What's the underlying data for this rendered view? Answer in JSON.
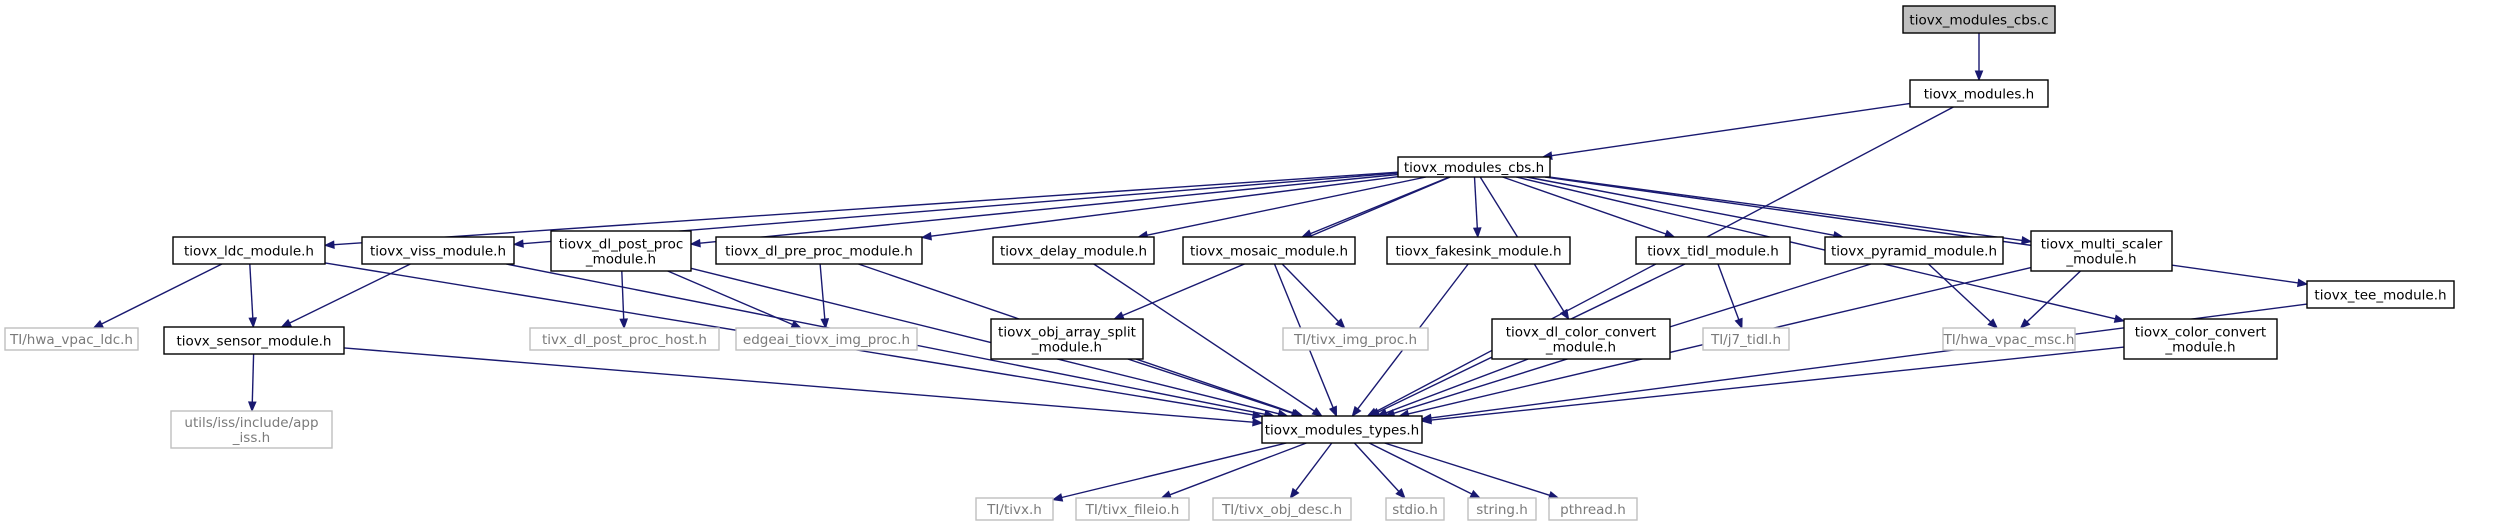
{
  "graph": {
    "edge_color": "#191970",
    "node_border_color": "#000000",
    "external_border_color": "#bfbfbf",
    "root_fill_color": "#bfbfbf",
    "nodes": [
      {
        "id": "n_root",
        "lines": [
          "tiovx_modules_cbs.c"
        ],
        "kind": "root"
      },
      {
        "id": "n_mod",
        "lines": [
          "tiovx_modules.h"
        ],
        "kind": "internal"
      },
      {
        "id": "n_cbs",
        "lines": [
          "tiovx_modules_cbs.h"
        ],
        "kind": "internal"
      },
      {
        "id": "n_ldc",
        "lines": [
          "tiovx_ldc_module.h"
        ],
        "kind": "internal"
      },
      {
        "id": "n_viss",
        "lines": [
          "tiovx_viss_module.h"
        ],
        "kind": "internal"
      },
      {
        "id": "n_dlpost",
        "lines": [
          "tiovx_dl_post_proc",
          "_module.h"
        ],
        "kind": "internal"
      },
      {
        "id": "n_dlpre",
        "lines": [
          "tiovx_dl_pre_proc_module.h"
        ],
        "kind": "internal"
      },
      {
        "id": "n_objsplit",
        "lines": [
          "tiovx_obj_array_split",
          "_module.h"
        ],
        "kind": "internal"
      },
      {
        "id": "n_delay",
        "lines": [
          "tiovx_delay_module.h"
        ],
        "kind": "internal"
      },
      {
        "id": "n_mosaic",
        "lines": [
          "tiovx_mosaic_module.h"
        ],
        "kind": "internal"
      },
      {
        "id": "n_fakesink",
        "lines": [
          "tiovx_fakesink_module.h"
        ],
        "kind": "internal"
      },
      {
        "id": "n_dlcolor",
        "lines": [
          "tiovx_dl_color_convert",
          "_module.h"
        ],
        "kind": "internal"
      },
      {
        "id": "n_tidl",
        "lines": [
          "tiovx_tidl_module.h"
        ],
        "kind": "internal"
      },
      {
        "id": "n_pyr",
        "lines": [
          "tiovx_pyramid_module.h"
        ],
        "kind": "internal"
      },
      {
        "id": "n_msc",
        "lines": [
          "tiovx_multi_scaler",
          "_module.h"
        ],
        "kind": "internal"
      },
      {
        "id": "n_colorconv",
        "lines": [
          "tiovx_color_convert",
          "_module.h"
        ],
        "kind": "internal"
      },
      {
        "id": "n_tee",
        "lines": [
          "tiovx_tee_module.h"
        ],
        "kind": "internal"
      },
      {
        "id": "n_sensor",
        "lines": [
          "tiovx_sensor_module.h"
        ],
        "kind": "internal"
      },
      {
        "id": "n_types",
        "lines": [
          "tiovx_modules_types.h"
        ],
        "kind": "internal"
      },
      {
        "id": "n_hwaldc",
        "lines": [
          "TI/hwa_vpac_ldc.h"
        ],
        "kind": "external"
      },
      {
        "id": "n_dlposthost",
        "lines": [
          "tivx_dl_post_proc_host.h"
        ],
        "kind": "external"
      },
      {
        "id": "n_edgeai",
        "lines": [
          "edgeai_tiovx_img_proc.h"
        ],
        "kind": "external"
      },
      {
        "id": "n_tivximg",
        "lines": [
          "TI/tivx_img_proc.h"
        ],
        "kind": "external"
      },
      {
        "id": "n_j7tidl",
        "lines": [
          "TI/j7_tidl.h"
        ],
        "kind": "external"
      },
      {
        "id": "n_hwamsc",
        "lines": [
          "TI/hwa_vpac_msc.h"
        ],
        "kind": "external"
      },
      {
        "id": "n_appiss",
        "lines": [
          "utils/iss/include/app",
          "_iss.h"
        ],
        "kind": "external"
      },
      {
        "id": "n_tivx",
        "lines": [
          "TI/tivx.h"
        ],
        "kind": "external"
      },
      {
        "id": "n_fileio",
        "lines": [
          "TI/tivx_fileio.h"
        ],
        "kind": "external"
      },
      {
        "id": "n_objdesc",
        "lines": [
          "TI/tivx_obj_desc.h"
        ],
        "kind": "external"
      },
      {
        "id": "n_stdio",
        "lines": [
          "stdio.h"
        ],
        "kind": "external"
      },
      {
        "id": "n_string",
        "lines": [
          "string.h"
        ],
        "kind": "external"
      },
      {
        "id": "n_pthread",
        "lines": [
          "pthread.h"
        ],
        "kind": "external"
      }
    ],
    "edges": [
      [
        "n_root",
        "n_mod"
      ],
      [
        "n_mod",
        "n_cbs"
      ],
      [
        "n_mod",
        "n_types"
      ],
      [
        "n_cbs",
        "n_ldc"
      ],
      [
        "n_cbs",
        "n_viss"
      ],
      [
        "n_cbs",
        "n_dlpost"
      ],
      [
        "n_cbs",
        "n_dlpre"
      ],
      [
        "n_cbs",
        "n_objsplit"
      ],
      [
        "n_cbs",
        "n_delay"
      ],
      [
        "n_cbs",
        "n_mosaic"
      ],
      [
        "n_cbs",
        "n_fakesink"
      ],
      [
        "n_cbs",
        "n_dlcolor"
      ],
      [
        "n_cbs",
        "n_tidl"
      ],
      [
        "n_cbs",
        "n_pyr"
      ],
      [
        "n_cbs",
        "n_msc"
      ],
      [
        "n_cbs",
        "n_colorconv"
      ],
      [
        "n_cbs",
        "n_tee"
      ],
      [
        "n_ldc",
        "n_hwaldc"
      ],
      [
        "n_ldc",
        "n_sensor"
      ],
      [
        "n_ldc",
        "n_types"
      ],
      [
        "n_viss",
        "n_sensor"
      ],
      [
        "n_viss",
        "n_types"
      ],
      [
        "n_dlpost",
        "n_dlposthost"
      ],
      [
        "n_dlpost",
        "n_edgeai"
      ],
      [
        "n_dlpost",
        "n_types"
      ],
      [
        "n_dlpre",
        "n_edgeai"
      ],
      [
        "n_dlpre",
        "n_types"
      ],
      [
        "n_objsplit",
        "n_types"
      ],
      [
        "n_delay",
        "n_types"
      ],
      [
        "n_mosaic",
        "n_tivximg"
      ],
      [
        "n_mosaic",
        "n_types"
      ],
      [
        "n_fakesink",
        "n_types"
      ],
      [
        "n_dlcolor",
        "n_types"
      ],
      [
        "n_tidl",
        "n_j7tidl"
      ],
      [
        "n_tidl",
        "n_types"
      ],
      [
        "n_pyr",
        "n_hwamsc"
      ],
      [
        "n_pyr",
        "n_types"
      ],
      [
        "n_msc",
        "n_hwamsc"
      ],
      [
        "n_msc",
        "n_types"
      ],
      [
        "n_colorconv",
        "n_types"
      ],
      [
        "n_tee",
        "n_types"
      ],
      [
        "n_sensor",
        "n_appiss"
      ],
      [
        "n_sensor",
        "n_types"
      ],
      [
        "n_types",
        "n_tivx"
      ],
      [
        "n_types",
        "n_fileio"
      ],
      [
        "n_types",
        "n_objdesc"
      ],
      [
        "n_types",
        "n_stdio"
      ],
      [
        "n_types",
        "n_string"
      ],
      [
        "n_types",
        "n_pthread"
      ]
    ]
  }
}
